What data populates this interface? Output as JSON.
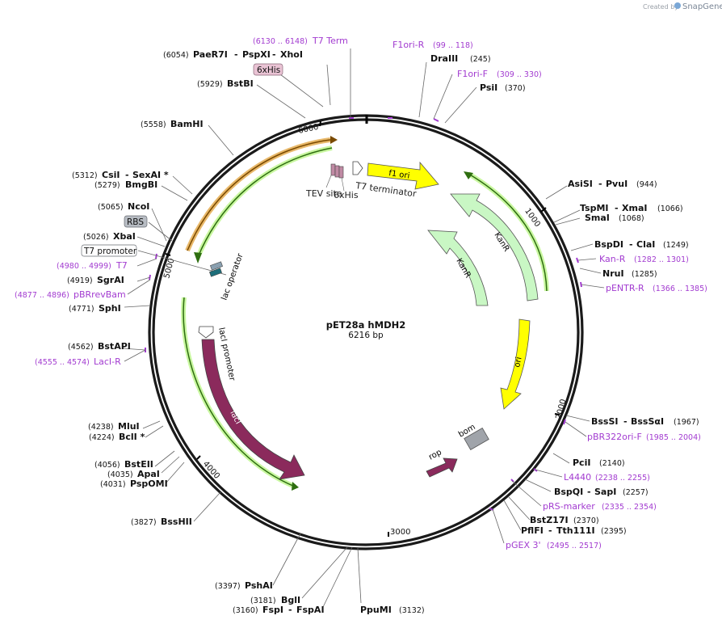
{
  "plasmid": {
    "name": "pET28a hMDH2",
    "length_label": "6216 bp"
  },
  "credit": {
    "created_by": "Created by",
    "brand": "SnapGene"
  },
  "colors": {
    "backbone": "#1a1a1a",
    "primer": "#a23bd0",
    "yellow": "#ffff00",
    "kanr": "#c9f7c4",
    "laci": "#8b2a5c",
    "rop": "#8b2a5c",
    "bom": "#a0a4aa",
    "orange_outline": "#e8b86a",
    "green_arrow": "#3a8a1a"
  },
  "ticks": {
    "t1000": "1000",
    "t2000": "2000",
    "t3000": "3000",
    "t4000": "4000",
    "t5000": "5000",
    "t6000": "6000"
  },
  "features": {
    "f1_ori": "f1 ori",
    "ori": "ori",
    "kanr_inner": "KanR",
    "kanr_outer": "KanR",
    "laci": "lacI",
    "laci_promoter": "lacI promoter",
    "lac_operator": "lac operator",
    "rop": "rop",
    "bom": "bom",
    "tev_site": "TEV site",
    "sixhis_inner": "6xHis",
    "t7_terminator": "T7 terminator"
  },
  "sites": {
    "ecori": {
      "pos": "(6054)",
      "name": "PaeR7I",
      "sep": "-",
      "name2": "PspXI",
      "sep2": "-",
      "name3": "XhoI"
    },
    "bstbi": {
      "pos": "(5929)",
      "name": "BstBI"
    },
    "bamhi": {
      "pos": "(5558)",
      "name": "BamHI"
    },
    "csii": {
      "pos": "(5312)",
      "name": "CsiI",
      "sep": "-",
      "name2": "SexAI *"
    },
    "bmgbi": {
      "pos": "(5279)",
      "name": "BmgBI"
    },
    "ncoi": {
      "pos": "(5065)",
      "name": "NcoI"
    },
    "xbai": {
      "pos": "(5026)",
      "name": "XbaI"
    },
    "sgrai": {
      "pos": "(4919)",
      "name": "SgrAI"
    },
    "sphi": {
      "pos": "(4771)",
      "name": "SphI"
    },
    "bstapi": {
      "pos": "(4562)",
      "name": "BstAPI"
    },
    "mlui": {
      "pos": "(4238)",
      "name": "MluI"
    },
    "bcli": {
      "pos": "(4224)",
      "name": "BclI *"
    },
    "bsteii": {
      "pos": "(4056)",
      "name": "BstEII"
    },
    "apai": {
      "pos": "(4035)",
      "name": "ApaI"
    },
    "pspomi": {
      "pos": "(4031)",
      "name": "PspOMI"
    },
    "bsshii": {
      "pos": "(3827)",
      "name": "BssHII"
    },
    "pshai": {
      "pos": "(3397)",
      "name": "PshAI"
    },
    "bgli": {
      "pos": "(3181)",
      "name": "BglI"
    },
    "fspi": {
      "pos": "(3160)",
      "name": "FspI",
      "sep": "-",
      "name2": "FspAI"
    },
    "ppumi": {
      "name": "PpuMI",
      "pos": "(3132)"
    },
    "draiii": {
      "name": "DraIII",
      "pos": "(245)"
    },
    "psii": {
      "name": "PsiI",
      "pos": "(370)"
    },
    "asisi": {
      "name": "AsiSI",
      "sep": "-",
      "name2": "PvuI",
      "pos": "(944)"
    },
    "tspmi": {
      "name": "TspMI",
      "sep": "-",
      "name2": "XmaI",
      "pos": "(1066)"
    },
    "smai": {
      "name": "SmaI",
      "pos": "(1068)"
    },
    "bspdi": {
      "name": "BspDI",
      "sep": "-",
      "name2": "ClaI",
      "pos": "(1249)"
    },
    "nrui": {
      "name": "NruI",
      "pos": "(1285)"
    },
    "bsssi": {
      "name": "BssSI",
      "sep": "-",
      "name2": "BssSαI",
      "pos": "(1967)"
    },
    "pcii": {
      "name": "PciI",
      "pos": "(2140)"
    },
    "bsppqi": {
      "name": "BspQI",
      "sep": "-",
      "name2": "SapI",
      "pos": "(2257)"
    },
    "bstz17i": {
      "name": "BstZ17I",
      "pos": "(2370)"
    },
    "pflfi": {
      "name": "PflFI",
      "sep": "-",
      "name2": "Tth111I",
      "pos": "(2395)"
    }
  },
  "primers": {
    "t7term": {
      "pos": "(6130 .. 6148)",
      "name": "T7 Term"
    },
    "f1ori_r": {
      "name": "F1ori-R",
      "pos": "(99 .. 118)"
    },
    "f1ori_f": {
      "name": "F1ori-F",
      "pos": "(309 .. 330)"
    },
    "kan_r": {
      "name": "Kan-R",
      "pos": "(1282 .. 1301)"
    },
    "pentr_r": {
      "name": "pENTR-R",
      "pos": "(1366 .. 1385)"
    },
    "pbr322ori_f": {
      "name": "pBR322ori-F",
      "pos": "(1985 .. 2004)"
    },
    "l4440": {
      "name": "L4440",
      "pos": "(2238 .. 2255)"
    },
    "prs_marker": {
      "name": "pRS-marker",
      "pos": "(2335 .. 2354)"
    },
    "pgex3": {
      "name": "pGEX 3'",
      "pos": "(2495 .. 2517)"
    },
    "t7": {
      "pos": "(4980 .. 4999)",
      "name": "T7"
    },
    "pbrrevbam": {
      "pos": "(4877 .. 4896)",
      "name": "pBRrevBam"
    },
    "laci_r": {
      "pos": "(4555 .. 4574)",
      "name": "LacI-R"
    }
  },
  "tags": {
    "sixhis": "6xHis",
    "rbs": "RBS",
    "t7_promoter": "T7 promoter"
  }
}
